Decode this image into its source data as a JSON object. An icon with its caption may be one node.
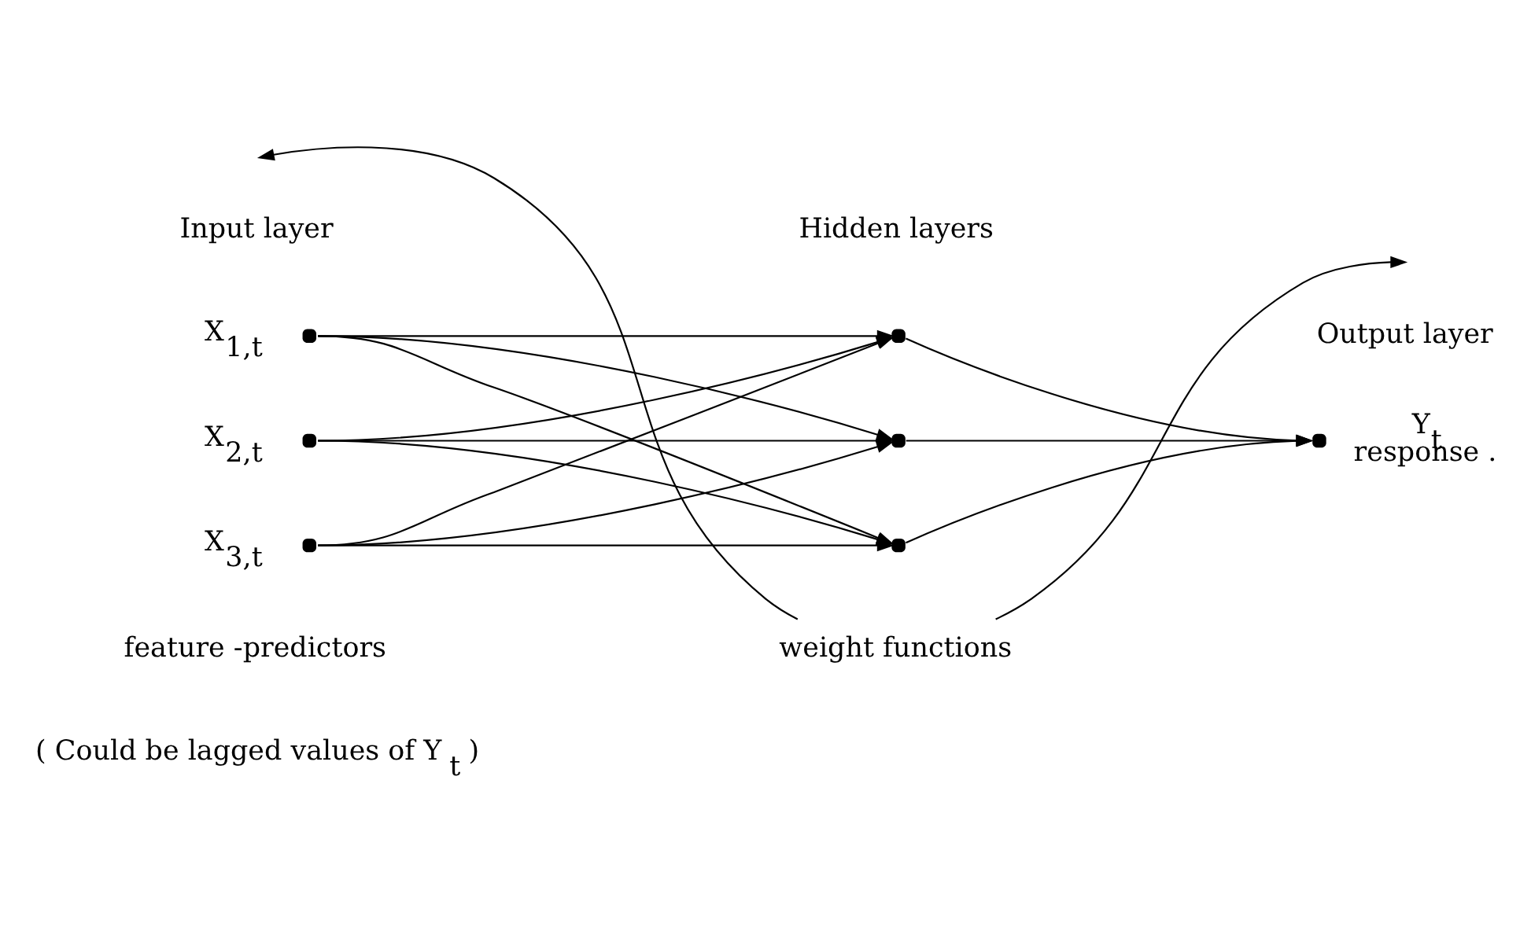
{
  "diagram": {
    "nodes": [
      {
        "text": [],
        "shape": "circle",
        "beside": [
          "X$_{1,t}$"
        ]
      },
      {
        "text": [],
        "shape": "circle",
        "beside": [
          "X$_{2,t}$"
        ]
      },
      {
        "text": [],
        "shape": "circle",
        "beside": [
          "X$_{3,t}$"
        ]
      },
      {
        "text": [],
        "shape": "circle"
      },
      {
        "text": [],
        "shape": "circle"
      },
      {
        "text": [],
        "shape": "circle"
      },
      {
        "text": [],
        "shape": "circle",
        "beside": [
          "Y$_{t}$",
          "response ."
        ]
      },
      {
        "text": [
          "weight functions"
        ]
      }
    ],
    "edges": [
      {
        "from": 0,
        "to": 3,
        "arrow": "to"
      },
      {
        "from": 0,
        "to": 4,
        "arrow": "to"
      },
      {
        "from": 0,
        "to": 5,
        "arrow": "to"
      },
      {
        "from": 1,
        "to": 3,
        "arrow": "to"
      },
      {
        "from": 1,
        "to": 4,
        "arrow": "to"
      },
      {
        "from": 1,
        "to": 5,
        "arrow": "to"
      },
      {
        "from": 2,
        "to": 3,
        "arrow": "to"
      },
      {
        "from": 2,
        "to": 4,
        "arrow": "to"
      },
      {
        "from": 2,
        "to": 5,
        "arrow": "to"
      },
      {
        "from": 3,
        "to": 6,
        "arrow": "to"
      },
      {
        "from": 4,
        "to": 6,
        "arrow": "to"
      },
      {
        "from": 5,
        "to": 6,
        "arrow": "to"
      },
      {
        "from": 7,
        "to": null,
        "arrow": "to"
      },
      {
        "from": 7,
        "to": null,
        "arrow": "to"
      }
    ],
    "labels": [
      "Input layer",
      "Hidden layers",
      "Output layer",
      "feature -predictors",
      "( Could be lagged values of Y$_{t}$ )"
    ]
  }
}
